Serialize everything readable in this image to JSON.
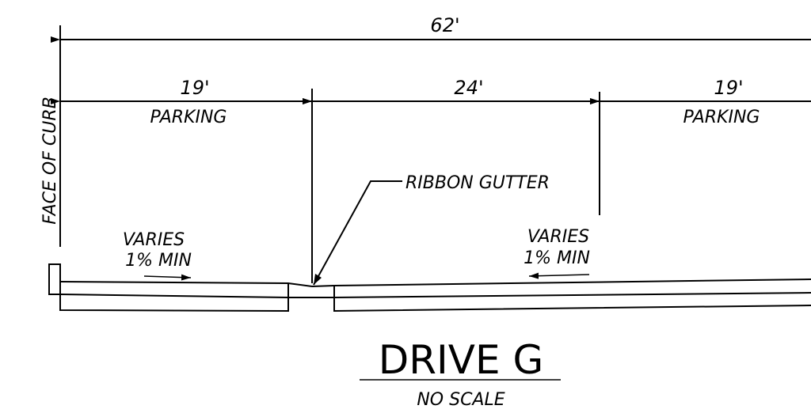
{
  "dimensions": {
    "overall": "62'",
    "left": "19'",
    "middle": "24'",
    "right": "19'"
  },
  "labels": {
    "parking_left": "PARKING",
    "parking_right": "PARKING",
    "face_of_curb": "FACE OF CURB",
    "ribbon_gutter": "RIBBON GUTTER",
    "varies_left_1": "VARIES",
    "varies_left_2": "1% MIN",
    "varies_right_1": "VARIES",
    "varies_right_2": "1% MIN"
  },
  "title": {
    "name": "DRIVE G",
    "scale": "NO SCALE"
  }
}
